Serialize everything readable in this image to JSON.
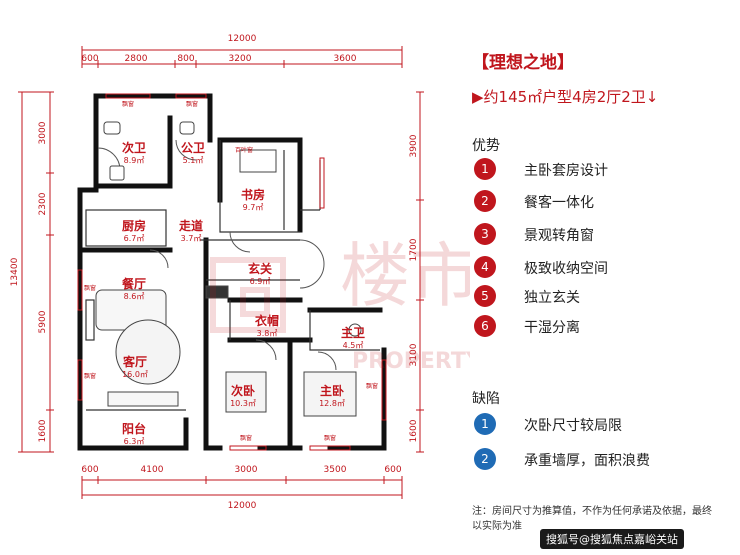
{
  "title": "【理想之地】",
  "subtitle": "▶约145㎡户型4房2厅2卫↓",
  "advantages_label": "优势",
  "advantages": [
    {
      "num": "1",
      "text": "主卧套房设计"
    },
    {
      "num": "2",
      "text": "餐客一体化"
    },
    {
      "num": "3",
      "text": "景观转角窗"
    },
    {
      "num": "4",
      "text": "极致收纳空间"
    },
    {
      "num": "5",
      "text": "独立玄关"
    },
    {
      "num": "6",
      "text": "干湿分离"
    }
  ],
  "defects_label": "缺陷",
  "defects": [
    {
      "num": "1",
      "text": "次卧尺寸较局限"
    },
    {
      "num": "2",
      "text": "承重墙厚，面积浪费"
    }
  ],
  "note": "注：房间尺寸为推算值，不作为任何承诺及依据，最终以实际为准",
  "credit": "搜狐号@搜狐焦点嘉峪关站",
  "watermark": {
    "cn": "楼市独家",
    "en": "PROPERTY EXCLUSIVE"
  },
  "rooms": [
    {
      "name": "次卫",
      "area": "8.9㎡"
    },
    {
      "name": "公卫",
      "area": "5.1㎡"
    },
    {
      "name": "书房",
      "area": "9.7㎡"
    },
    {
      "name": "厨房",
      "area": "6.7㎡"
    },
    {
      "name": "走道",
      "area": "3.7㎡"
    },
    {
      "name": "玄关",
      "area": "6.9㎡"
    },
    {
      "name": "餐厅",
      "area": "8.6㎡"
    },
    {
      "name": "衣帽",
      "area": "3.8㎡"
    },
    {
      "name": "主卫",
      "area": "4.5㎡"
    },
    {
      "name": "客厅",
      "area": "16.0㎡"
    },
    {
      "name": "次卧",
      "area": "10.3㎡"
    },
    {
      "name": "主卧",
      "area": "12.8㎡"
    },
    {
      "name": "阳台",
      "area": "6.3㎡"
    }
  ],
  "dims": {
    "total_top": "12000",
    "total_bottom": "12000",
    "top": [
      "600",
      "2800",
      "800",
      "3200",
      "3600"
    ],
    "bottom": [
      "600",
      "4100",
      "3000",
      "3500",
      "600"
    ],
    "left": [
      "3000",
      "2300",
      "5900",
      "1600"
    ],
    "left_total": "13400",
    "right": [
      "3900",
      "1700",
      "3100",
      "1600"
    ]
  },
  "window_tag": "飘窗",
  "door_tag": "百叶窗"
}
